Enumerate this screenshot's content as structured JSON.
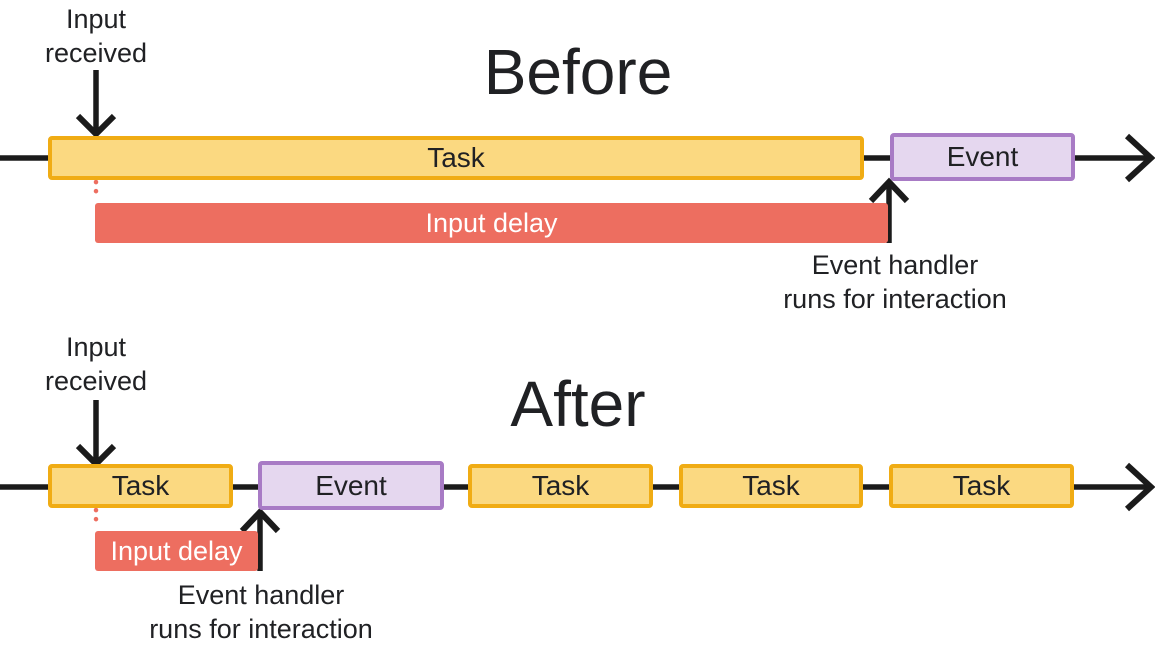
{
  "colors": {
    "task_fill": "#FBD981",
    "task_border": "#F0AC14",
    "event_fill": "#E5D7EF",
    "event_border": "#A87BC5",
    "input_delay_fill": "#ED6E60",
    "line_black": "#1B1B1B",
    "text": "#202124",
    "input_delay_text": "#FFFFFF"
  },
  "before": {
    "title": "Before",
    "input_received_label": "Input\nreceived",
    "sequence": [
      {
        "type": "task",
        "label": "Task"
      },
      {
        "type": "event",
        "label": "Event"
      }
    ],
    "input_delay_label": "Input delay",
    "event_handler_label": "Event handler\nruns for interaction"
  },
  "after": {
    "title": "After",
    "input_received_label": "Input\nreceived",
    "sequence": [
      {
        "type": "task",
        "label": "Task"
      },
      {
        "type": "event",
        "label": "Event"
      },
      {
        "type": "task",
        "label": "Task"
      },
      {
        "type": "task",
        "label": "Task"
      },
      {
        "type": "task",
        "label": "Task"
      }
    ],
    "input_delay_label": "Input delay",
    "event_handler_label": "Event handler\nruns for interaction"
  }
}
